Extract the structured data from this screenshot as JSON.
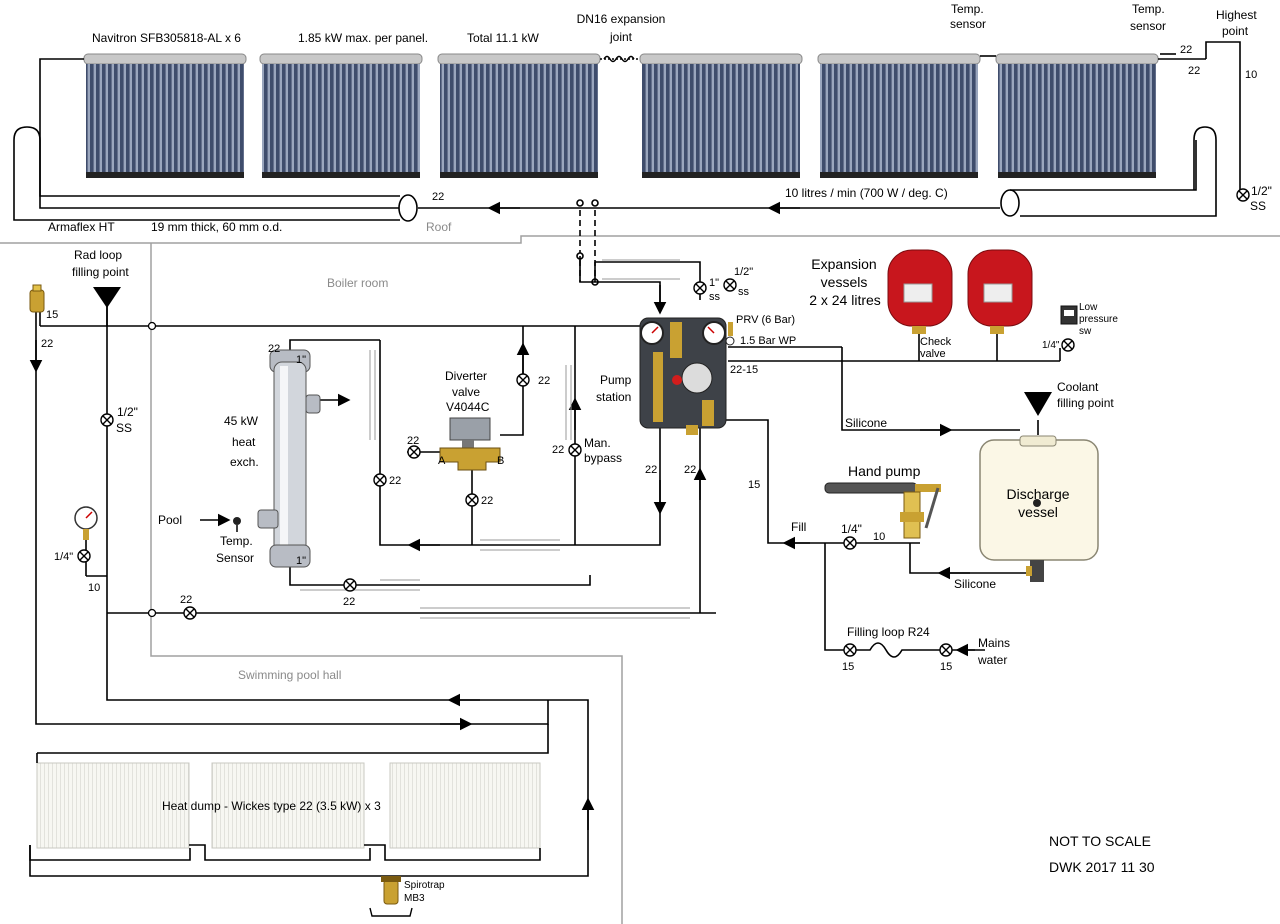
{
  "labels": {
    "collector": "Navitron SFB305818-AL x 6",
    "panel_power": "1.85 kW max. per panel.",
    "total_power": "Total 11.1 kW",
    "expansion_joint_1": "DN16 expansion",
    "expansion_joint_2": "joint",
    "temp_sensor_1a": "Temp.",
    "temp_sensor_1b": "sensor",
    "temp_sensor_2a": "Temp.",
    "temp_sensor_2b": "sensor",
    "highest_point_1": "Highest",
    "highest_point_2": "point",
    "armaflex": "Armaflex HT",
    "insulation": "19 mm thick, 60 mm o.d.",
    "roof": "Roof",
    "flow_rate": "10 litres / min (700 W / deg. C)",
    "boiler_room": "Boiler room",
    "rad_loop_1": "Rad loop",
    "rad_loop_2": "filling point",
    "expansion_vessels_1": "Expansion",
    "expansion_vessels_2": "vessels",
    "expansion_vessels_3": "2 x 24 litres",
    "low_pressure_1": "Low",
    "low_pressure_2": "pressure",
    "low_pressure_3": "sw",
    "check_valve_1": "Check",
    "check_valve_2": "valve",
    "prv": "PRV (6 Bar)",
    "wp": "1.5 Bar WP",
    "diverter_1": "Diverter",
    "diverter_2": "valve",
    "diverter_3": "V4044C",
    "heat_exch_1": "45 kW",
    "heat_exch_2": "heat",
    "heat_exch_3": "exch.",
    "pump_station_1": "Pump",
    "pump_station_2": "station",
    "man_bypass_1": "Man.",
    "man_bypass_2": "bypass",
    "silicone_1": "Silicone",
    "silicone_2": "Silicone",
    "coolant_1": "Coolant",
    "coolant_2": "filling point",
    "discharge_1": "Discharge",
    "discharge_2": "vessel",
    "hand_pump": "Hand pump",
    "fill": "Fill",
    "pool": "Pool",
    "temp_sensor_3a": "Temp.",
    "temp_sensor_3b": "Sensor",
    "filling_loop": "Filling loop R24",
    "mains_1": "Mains",
    "mains_2": "water",
    "swimming_pool_hall": "Swimming pool hall",
    "heat_dump": "Heat dump - Wickes type 22 (3.5 kW) x 3",
    "spirotrap_1": "Spirotrap",
    "spirotrap_2": "MB3",
    "not_to_scale": "NOT TO SCALE",
    "dwk": "DWK 2017 11 30",
    "valve_a": "A",
    "valve_b": "B",
    "one_inch_1": "1\"",
    "one_inch_2": "1\"",
    "one_inch_3": "1\"",
    "ss_half_1a": "1/2\"",
    "ss_half_1b": "SS",
    "ss_half_2a": "1/2\"",
    "ss_half_2b": "SS",
    "ss_half_3a": "1/2\"",
    "ss_half_3b": "ss",
    "ss_half_4b": "ss",
    "quarter_1": "1/4\"",
    "quarter_2": "1/4\"",
    "quarter_3": "1/4\""
  },
  "pipe_sizes": {
    "roof_return": "22",
    "roof_top": "22",
    "roof_right": "22",
    "riser": "10",
    "rad_15": "15",
    "rad_22": "22",
    "hx_top": "22",
    "bypass_valve": "22",
    "a_valve": "22",
    "left_valve": "22",
    "lower_valve": "22",
    "man_valve": "22",
    "pump_out_left": "22",
    "pump_out_right": "22",
    "pv_22_15": "22-15",
    "fill_15": "15",
    "fill_10": "10",
    "gauge_10": "10",
    "bottom_valve_1": "22",
    "bottom_valve_2": "22",
    "filling_15a": "15",
    "filling_15b": "15"
  },
  "colors": {
    "line": "#000000",
    "tube": "#4a5a78",
    "vessel": "#c8161d",
    "brass": "#c9a132",
    "divider": "#a0a0a0"
  }
}
